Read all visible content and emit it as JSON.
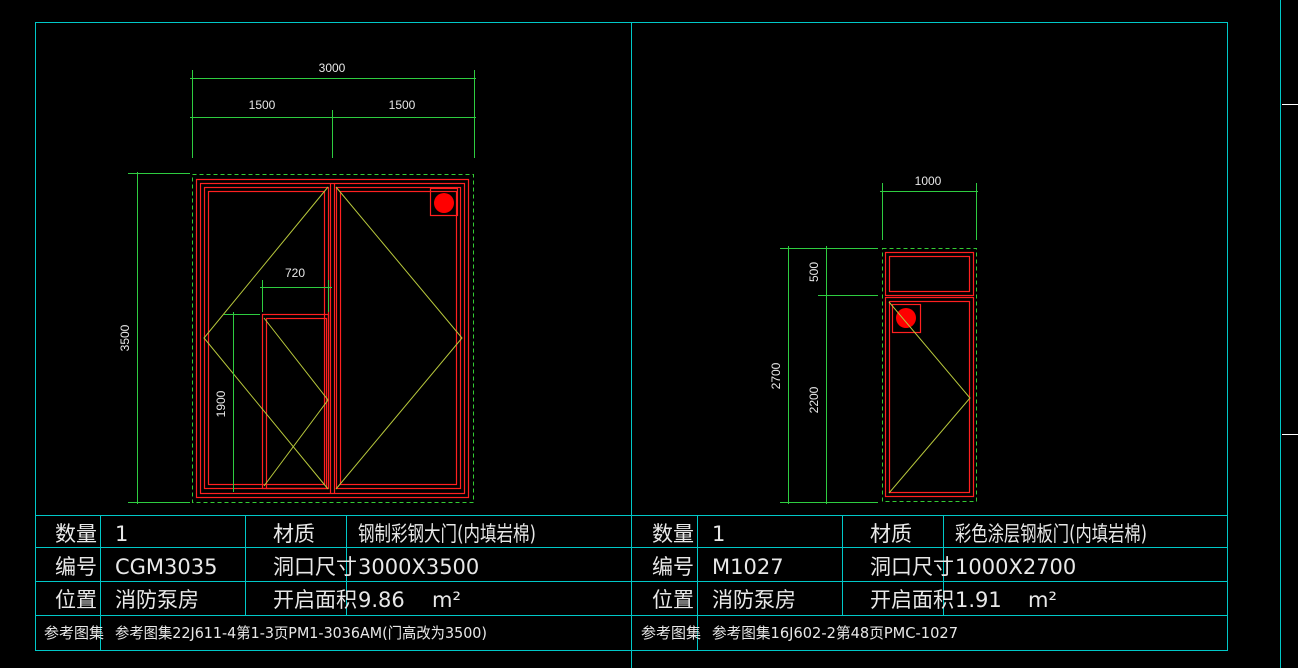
{
  "colors": {
    "background": "#000000",
    "frame": "#00c8c8",
    "door_frame": "#ff2020",
    "dashed_outline": "#33cc33",
    "dimension": "#2ecc40",
    "swing_line": "#b8c83c",
    "handle": "#ff0000",
    "text": "#e8e8e8"
  },
  "left_door": {
    "dims": {
      "total_width": "3000",
      "left_leaf": "1500",
      "right_leaf": "1500",
      "small_door_width": "720",
      "height": "3500",
      "small_door_height": "1900"
    },
    "table": {
      "qty_label": "数量",
      "qty_value": "1",
      "material_label": "材质",
      "material_value": "钢制彩钢大门(内填岩棉)",
      "code_label": "编号",
      "code_value": "CGM3035",
      "size_label": "洞口尺寸",
      "size_value": "3000X3500",
      "location_label": "位置",
      "location_value": "消防泵房",
      "area_label": "开启面积",
      "area_value": "9.86",
      "area_unit": "m²",
      "ref_label": "参考图集",
      "ref_value": "参考图集22J611-4第1-3页PM1-3036AM(门高改为3500)"
    }
  },
  "right_door": {
    "dims": {
      "width": "1000",
      "top_panel": "500",
      "height": "2700",
      "leaf_height": "2200"
    },
    "table": {
      "qty_label": "数量",
      "qty_value": "1",
      "material_label": "材质",
      "material_value": "彩色涂层钢板门(内填岩棉)",
      "code_label": "编号",
      "code_value": "M1027",
      "size_label": "洞口尺寸",
      "size_value": "1000X2700",
      "location_label": "位置",
      "location_value": "消防泵房",
      "area_label": "开启面积",
      "area_value": "1.91",
      "area_unit": "m²",
      "ref_label": "参考图集",
      "ref_value": "参考图集16J602-2第48页PMC-1027"
    }
  }
}
